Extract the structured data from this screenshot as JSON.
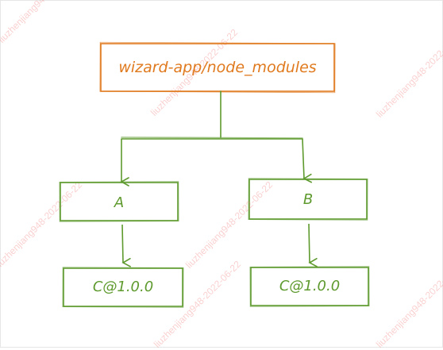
{
  "diagram": {
    "root": {
      "label": "wizard-app/node_modules",
      "color": "#e07a1f"
    },
    "children": [
      {
        "label": "A",
        "color": "#5e9a2e",
        "dependency": "C@1.0.0"
      },
      {
        "label": "B",
        "color": "#5e9a2e",
        "dependency": "C@1.0.0"
      }
    ]
  },
  "watermarks": [
    "liuzhenjiang948-2022-06-22",
    "liuzhenjiang948-2022-06-22",
    "liuzhenjiang948-2022-06-22",
    "liuzhenjiang948-2022-06-22",
    "liuzhenjiang948-2022-06-22",
    "liuzhenjiang948-2022-06-22",
    "liuzhenjiang948-2022-06-22"
  ]
}
